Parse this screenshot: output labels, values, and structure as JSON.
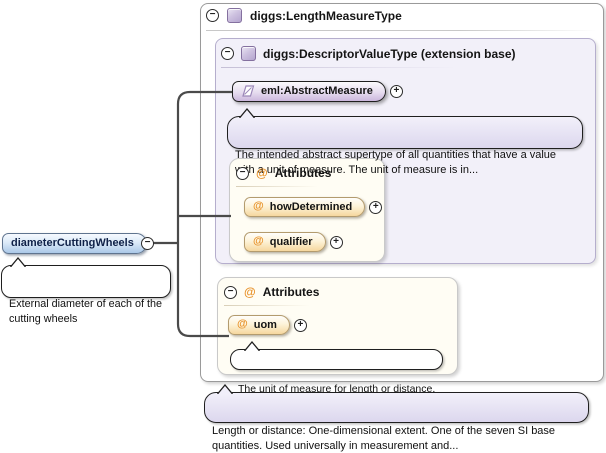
{
  "symbols": {
    "collapse": "−",
    "expand": "+",
    "attribute": "@"
  },
  "colors": {
    "element_badge_purple": "#cbb7dd",
    "root_badge_blue": "#abc8e8",
    "attribute_orange": "#e8932c",
    "annotation_lavender": "#dcd7ee",
    "attributes_box_cream": "#fffdf4",
    "inner_box_lavender": "#f2f0f9",
    "connector_gray": "#4a4a4a"
  },
  "diagram": {
    "root_element": {
      "label": "diameterCuttingWheels",
      "annotation": "External diameter of each of the\ncutting wheels"
    },
    "outer_type": {
      "title": "diggs:LengthMeasureType",
      "annotation": "Length or distance: One-dimensional extent. One of the seven SI base\nquantities. Used universally in measurement and..."
    },
    "base_type": {
      "title": "diggs:DescriptorValueType (extension base)",
      "element": {
        "label": "eml:AbstractMeasure",
        "annotation": "The intended abstract supertype of all quantities that have a value\nwith a unit of measure. The unit of measure is in..."
      },
      "attributes": {
        "title": "Attributes",
        "items": [
          {
            "label": "howDetermined"
          },
          {
            "label": "qualifier"
          }
        ]
      }
    },
    "own_attributes": {
      "title": "Attributes",
      "items": [
        {
          "label": "uom",
          "annotation": "The unit of measure for length or distance."
        }
      ]
    }
  }
}
